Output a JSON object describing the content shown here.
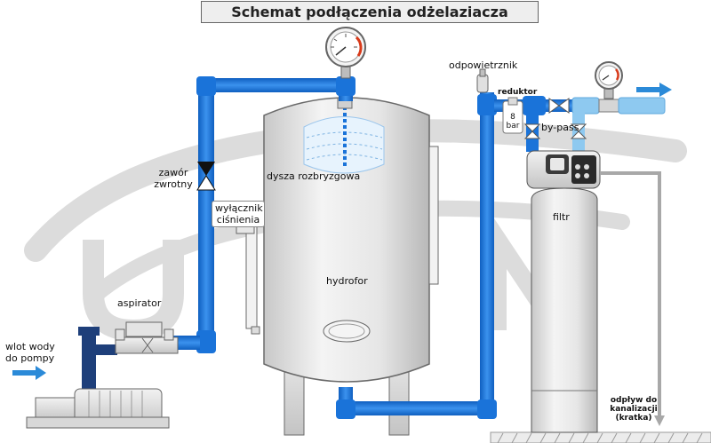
{
  "title": "Schemat podłączenia odżelaziacza",
  "labels": {
    "inlet": [
      "wlot wody",
      "do pompy"
    ],
    "aspirator": "aspirator",
    "check_valve": [
      "zawór",
      "zwrotny"
    ],
    "pressure_switch": [
      "wyłącznik",
      "ciśnienia"
    ],
    "spray_nozzle": "dysza rozbryzgowa",
    "hydrofor": "hydrofor",
    "air_vent": "odpowietrznik",
    "reducer": "reduktor",
    "reducer_setting": [
      "8",
      "bar"
    ],
    "bypass": "by-pass",
    "filter": "filtr",
    "drain": [
      "odpływ do",
      "kanalizacji",
      "(kratka)"
    ]
  },
  "colors": {
    "pipe_blue": "#1a73d9",
    "pipe_light": "#8ec9f0",
    "pipe_navy": "#1e3f7a",
    "arrow_blue": "#2b8ad8",
    "watermark": "#d9d9d9"
  }
}
